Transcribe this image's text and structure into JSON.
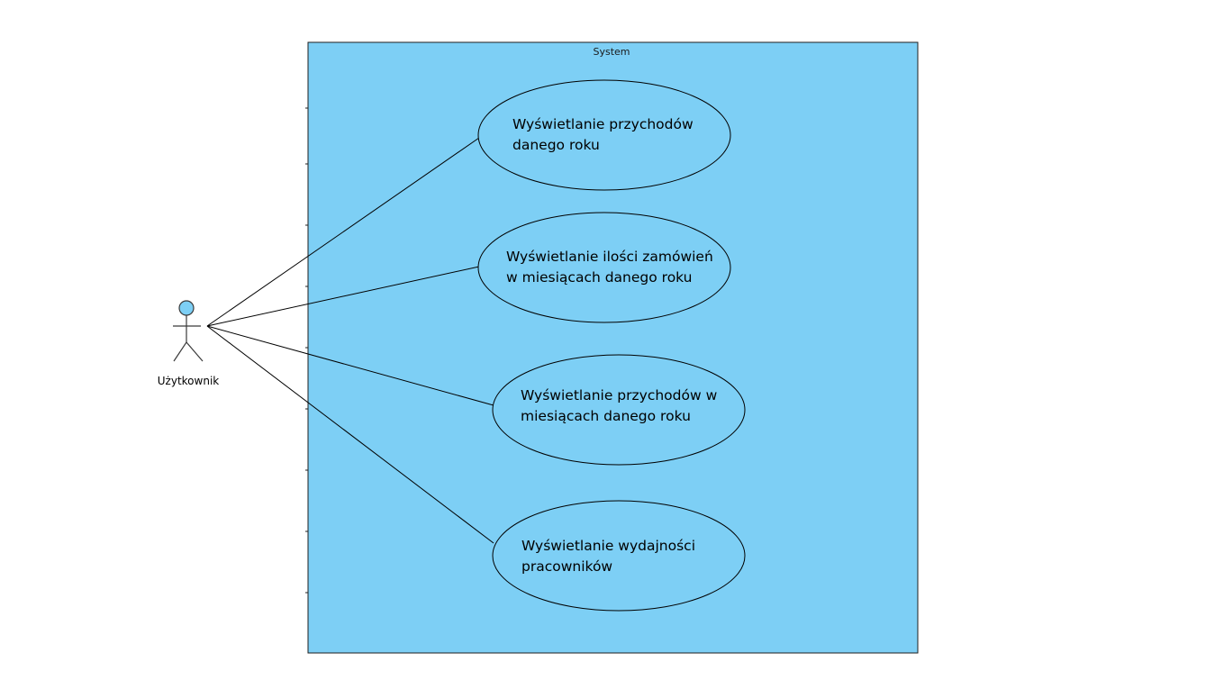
{
  "system": {
    "title": "System",
    "fill_color": "#7dcff5",
    "border_color": "#1f1f1f"
  },
  "actor": {
    "label": "Użytkownik",
    "head_color": "#7dcff5",
    "icon": "stick-figure-icon"
  },
  "use_cases": [
    {
      "line1": "Wyświetlanie przychodów",
      "line2": "danego roku"
    },
    {
      "line1": "Wyświetlanie ilości zamówień",
      "line2": "w miesiącach danego roku"
    },
    {
      "line1": "Wyświetlanie przychodów w",
      "line2": "miesiącach danego roku"
    },
    {
      "line1": "Wyświetlanie wydajności",
      "line2": "pracowników"
    }
  ]
}
